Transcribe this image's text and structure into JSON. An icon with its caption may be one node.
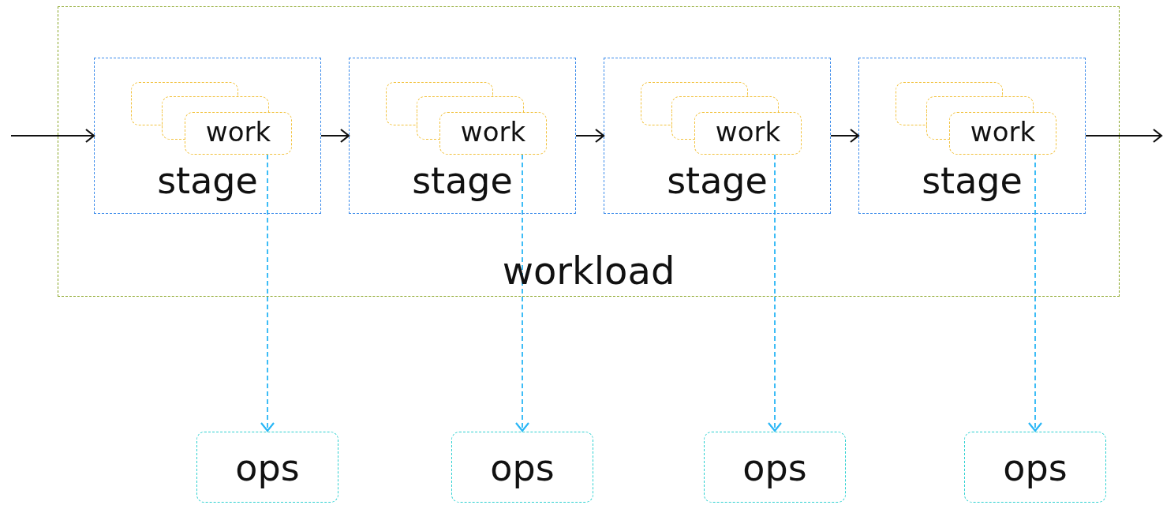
{
  "diagram": {
    "nodes": [
      {
        "text": [
          "workload"
        ]
      },
      {
        "text": [
          "stage"
        ],
        "in": 0
      },
      {
        "text": [],
        "shape": "box",
        "in": 1
      },
      {
        "text": [],
        "shape": "box",
        "in": 1
      },
      {
        "text": [
          "work"
        ],
        "in": 1
      },
      {
        "text": [
          "stage"
        ],
        "in": 0
      },
      {
        "text": [],
        "shape": "box",
        "in": 5
      },
      {
        "text": [],
        "shape": "box",
        "in": 5
      },
      {
        "text": [
          "work"
        ],
        "in": 5
      },
      {
        "text": [
          "stage"
        ],
        "in": 0
      },
      {
        "text": [],
        "shape": "box",
        "in": 9
      },
      {
        "text": [],
        "shape": "box",
        "in": 9
      },
      {
        "text": [
          "work"
        ],
        "in": 9
      },
      {
        "text": [
          "stage"
        ],
        "in": 0
      },
      {
        "text": [],
        "shape": "box",
        "in": 13
      },
      {
        "text": [],
        "shape": "box",
        "in": 13
      },
      {
        "text": [
          "work"
        ],
        "in": 13
      },
      {
        "text": [
          "ops"
        ]
      },
      {
        "text": [
          "ops"
        ]
      },
      {
        "text": [
          "ops"
        ]
      },
      {
        "text": [
          "ops"
        ]
      }
    ],
    "edges": [
      {
        "from": null,
        "to": 1,
        "arrow": "to"
      },
      {
        "from": 1,
        "to": 5,
        "arrow": "to"
      },
      {
        "from": 5,
        "to": 9,
        "arrow": "to"
      },
      {
        "from": 9,
        "to": 13,
        "arrow": "to"
      },
      {
        "from": 13,
        "to": null,
        "arrow": "to"
      },
      {
        "from": 4,
        "to": 17,
        "arrow": "to",
        "style": "dashed",
        "color": "#29b6f6"
      },
      {
        "from": 8,
        "to": 18,
        "arrow": "to",
        "style": "dashed",
        "color": "#29b6f6"
      },
      {
        "from": 12,
        "to": 19,
        "arrow": "to",
        "style": "dashed",
        "color": "#29b6f6"
      },
      {
        "from": 16,
        "to": 20,
        "arrow": "to",
        "style": "dashed",
        "color": "#29b6f6"
      }
    ]
  }
}
